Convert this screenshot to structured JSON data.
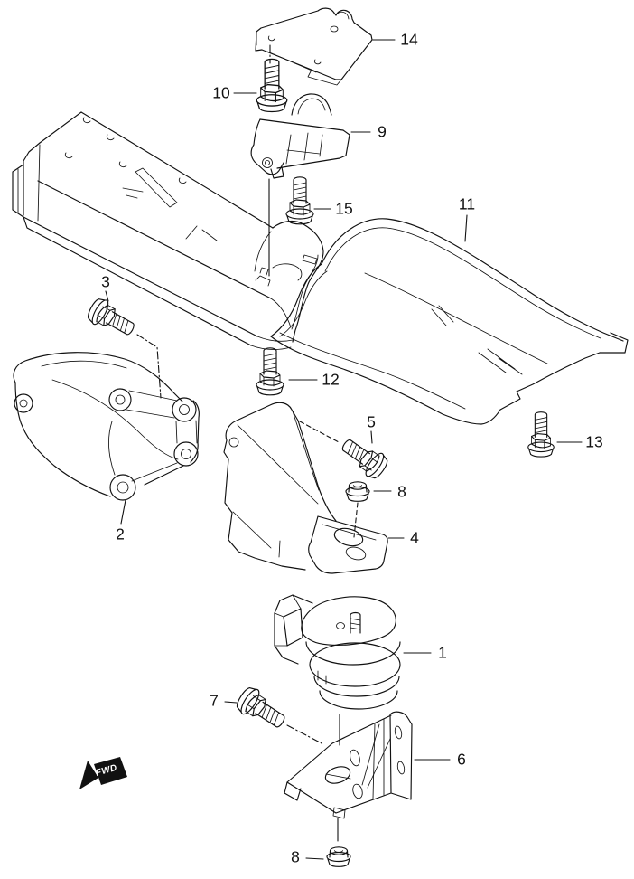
{
  "colors": {
    "background": "#ffffff",
    "line": "#111111"
  },
  "callouts": [
    {
      "label": "14"
    },
    {
      "label": "10"
    },
    {
      "label": "9"
    },
    {
      "label": "15"
    },
    {
      "label": "11"
    },
    {
      "label": "3"
    },
    {
      "label": "12"
    },
    {
      "label": "13"
    },
    {
      "label": "5"
    },
    {
      "label": "8"
    },
    {
      "label": "2"
    },
    {
      "label": "4"
    },
    {
      "label": "1"
    },
    {
      "label": "7"
    },
    {
      "label": "6"
    },
    {
      "label": "8"
    }
  ],
  "direction_marker": {
    "label": "FWD"
  }
}
